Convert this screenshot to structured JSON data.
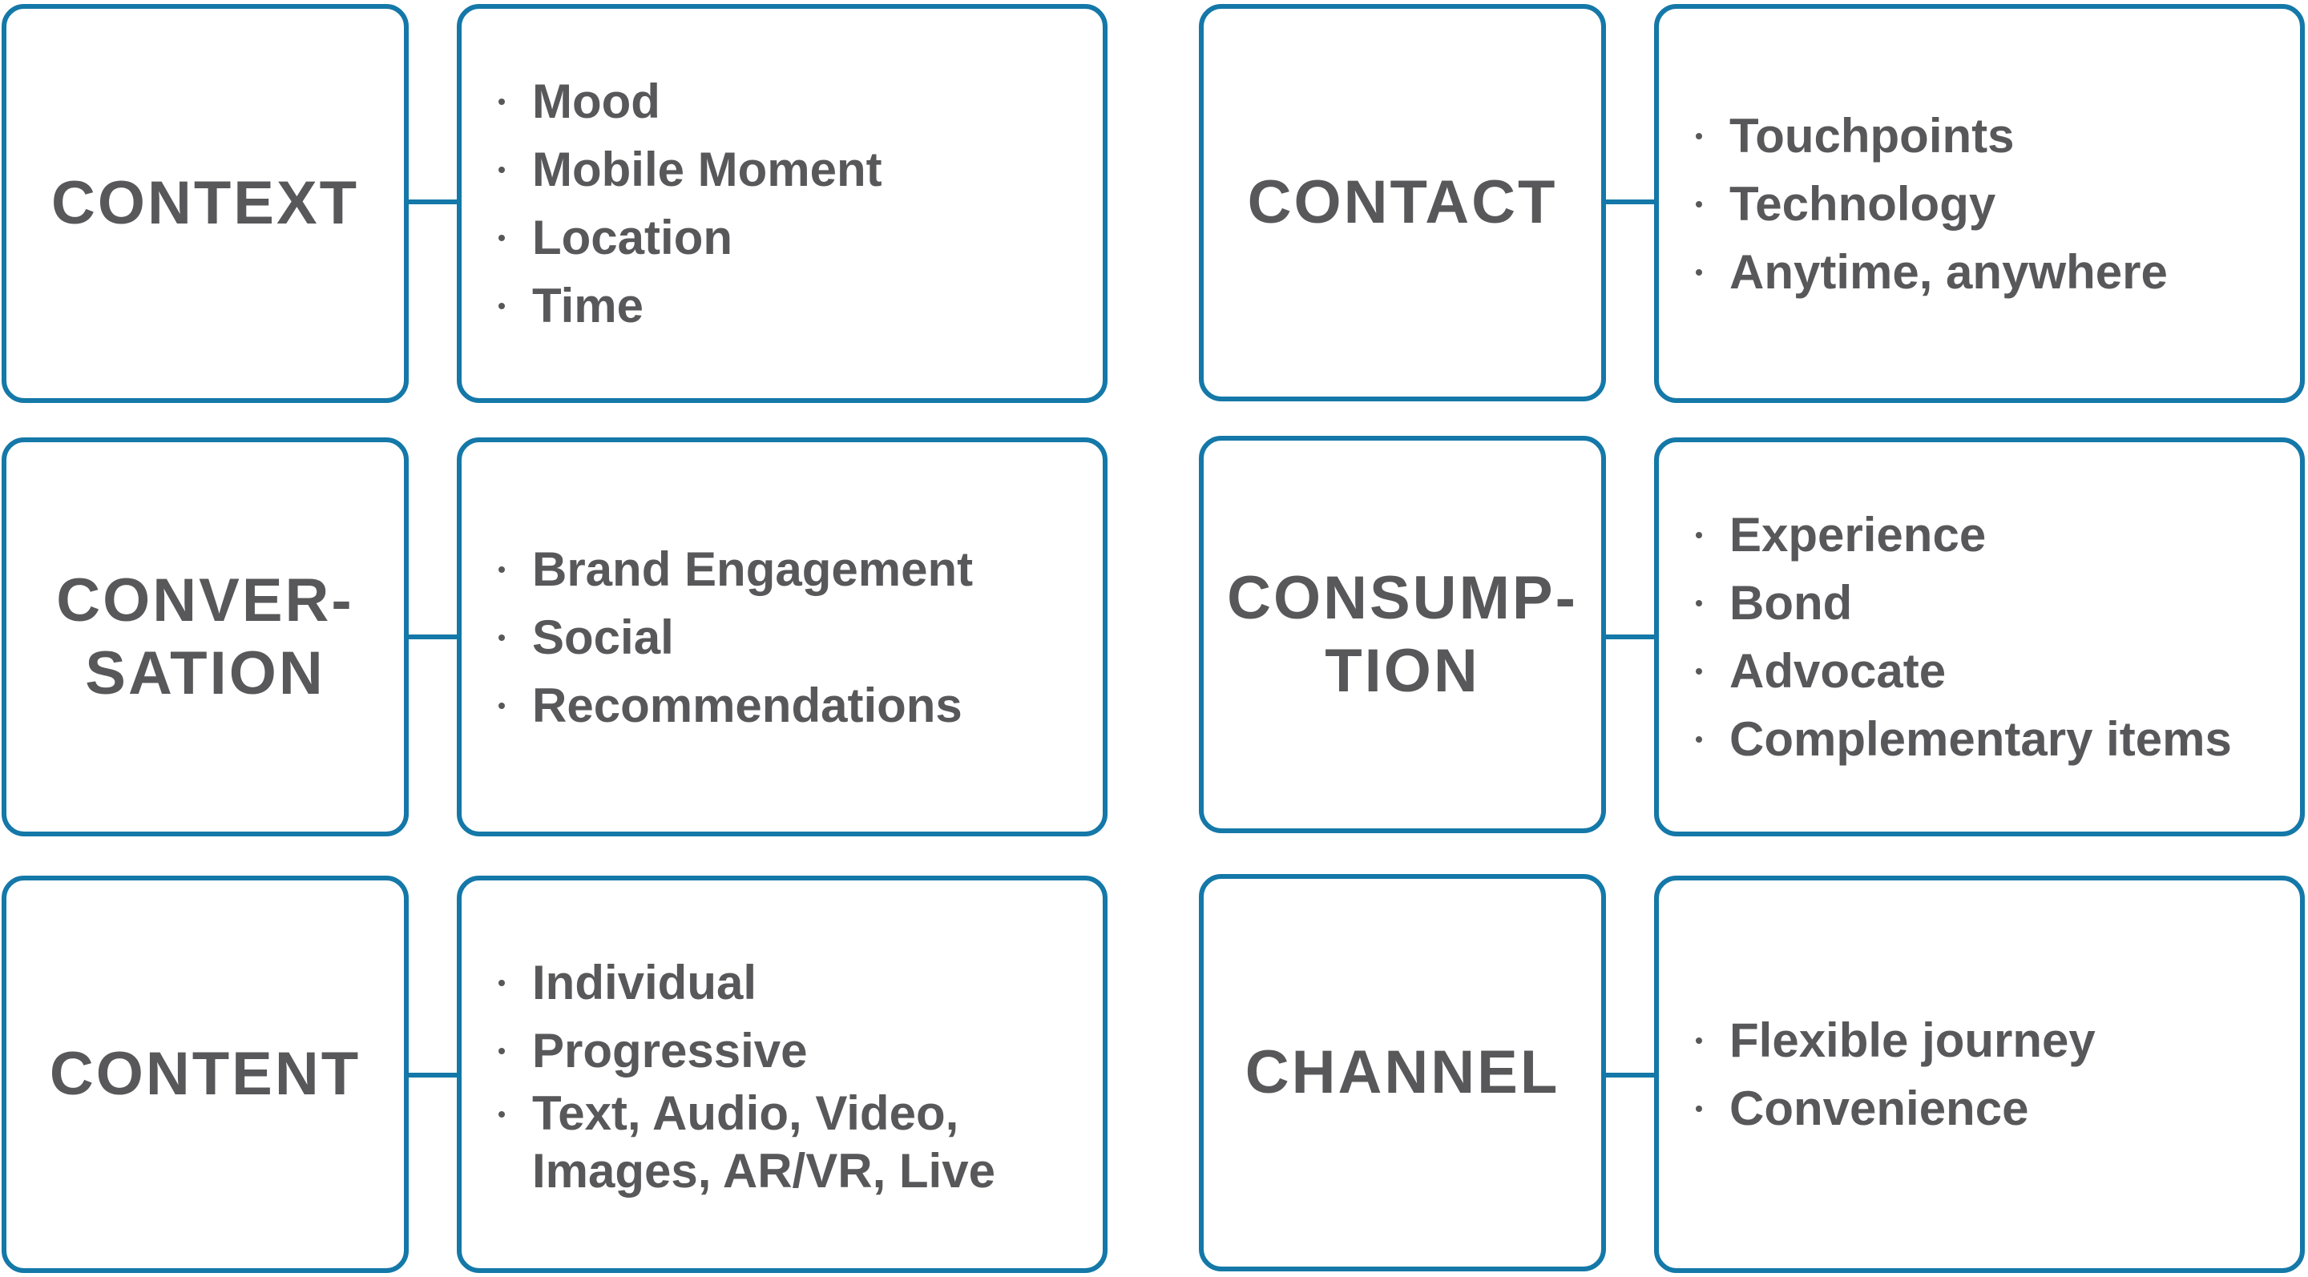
{
  "categories": [
    {
      "id": "context",
      "label_lines": [
        "CONTEXT"
      ],
      "items": [
        "Mood",
        "Mobile Moment",
        "Location",
        "Time"
      ]
    },
    {
      "id": "contact",
      "label_lines": [
        "CONTACT"
      ],
      "items": [
        "Touchpoints",
        "Technology",
        "Anytime, anywhere"
      ]
    },
    {
      "id": "conversation",
      "label_lines": [
        "CONVER-",
        "SATION"
      ],
      "items": [
        "Brand Engagement",
        "Social",
        "Recommendations"
      ]
    },
    {
      "id": "consumption",
      "label_lines": [
        "CONSUMP-",
        "TION"
      ],
      "items": [
        "Experience",
        "Bond",
        "Advocate",
        "Complementary items"
      ]
    },
    {
      "id": "content",
      "label_lines": [
        "CONTENT"
      ],
      "items": [
        "Individual",
        "Progressive",
        "Text, Audio, Video,",
        "Images, AR/VR, Live"
      ]
    },
    {
      "id": "channel",
      "label_lines": [
        "CHANNEL"
      ],
      "items": [
        "Flexible journey",
        "Convenience"
      ]
    }
  ],
  "colors": {
    "border": "#1478a8",
    "text": "#58585a"
  }
}
